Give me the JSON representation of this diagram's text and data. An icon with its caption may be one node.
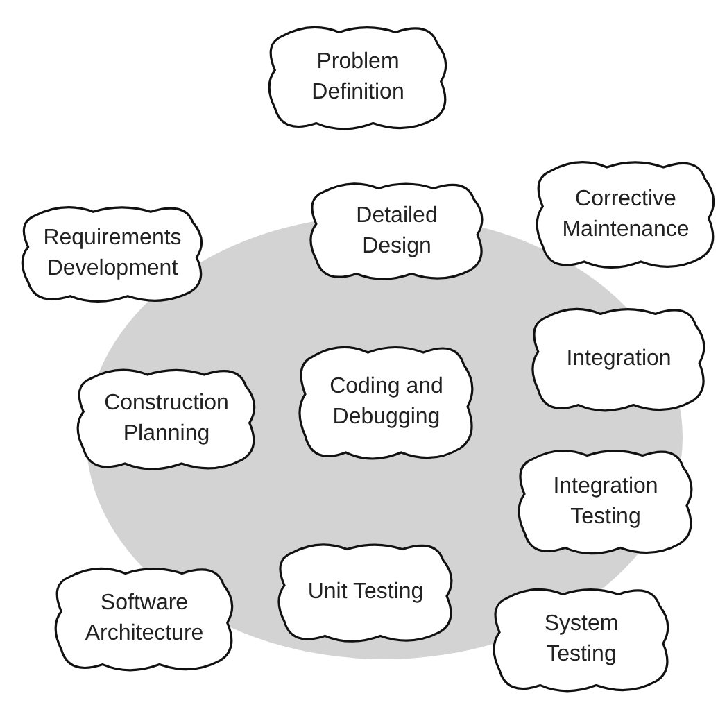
{
  "diagram": {
    "nodes": [
      {
        "text": [
          "Problem Definition"
        ]
      },
      {
        "text": [
          "Detailed Design"
        ]
      },
      {
        "text": [
          "Corrective Maintenance"
        ]
      },
      {
        "text": [
          "Requirements Development"
        ]
      },
      {
        "text": [
          "Integration"
        ]
      },
      {
        "text": [
          "Construction Planning"
        ]
      },
      {
        "text": [
          "Coding and Debugging"
        ]
      },
      {
        "text": [
          "Integration Testing"
        ]
      },
      {
        "text": [
          "Software Architecture"
        ]
      },
      {
        "text": [
          "Unit Testing"
        ]
      },
      {
        "text": [
          "System Testing"
        ]
      }
    ]
  }
}
